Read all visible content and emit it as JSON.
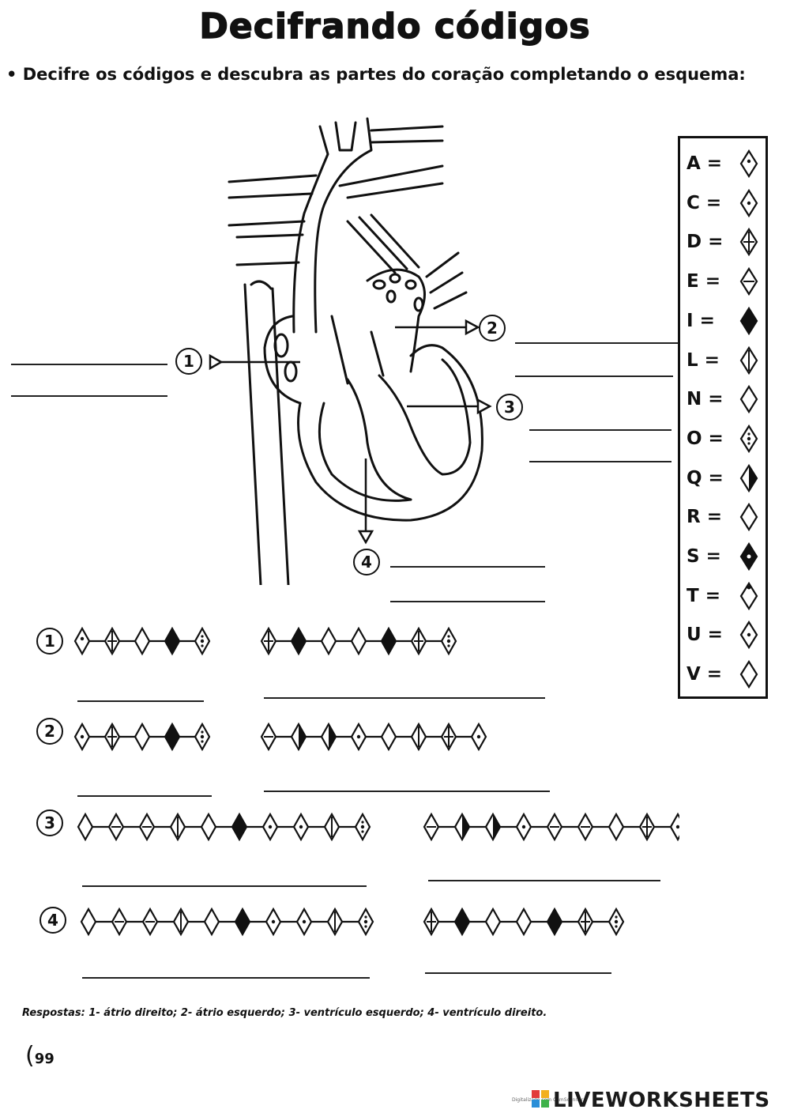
{
  "title": "Decifrando códigos",
  "instruction": "• Decifre os códigos e descubra as partes do coração completando o esquema:",
  "diagram_labels": [
    "1",
    "2",
    "3",
    "4"
  ],
  "legend": [
    {
      "letter": "A =",
      "mark": "dot-up"
    },
    {
      "letter": "C =",
      "mark": "dot"
    },
    {
      "letter": "D =",
      "mark": "split"
    },
    {
      "letter": "E =",
      "mark": "hline"
    },
    {
      "letter": "I =",
      "mark": "filled"
    },
    {
      "letter": "L =",
      "mark": "vline"
    },
    {
      "letter": "N =",
      "mark": "empty-small"
    },
    {
      "letter": "O =",
      "mark": "dotted"
    },
    {
      "letter": "Q =",
      "mark": "half"
    },
    {
      "letter": "R =",
      "mark": "empty"
    },
    {
      "letter": "S =",
      "mark": "filled-dot"
    },
    {
      "letter": "T =",
      "mark": "top-dot"
    },
    {
      "letter": "U =",
      "mark": "dot"
    },
    {
      "letter": "V =",
      "mark": "empty"
    }
  ],
  "codes": [
    {
      "number": "1",
      "word1": [
        "dot-up",
        "split",
        "empty",
        "filled",
        "dotted"
      ],
      "word2": [
        "split",
        "filled",
        "empty",
        "empty",
        "filled",
        "split",
        "dotted"
      ]
    },
    {
      "number": "2",
      "word1": [
        "dot",
        "split",
        "empty",
        "filled",
        "dotted"
      ],
      "word2": [
        "hline",
        "half",
        "half",
        "dot",
        "empty",
        "vline",
        "split",
        "dot"
      ]
    },
    {
      "number": "3",
      "word1": [
        "empty",
        "hline",
        "hline",
        "vline",
        "empty",
        "filled",
        "dot",
        "dot",
        "vline",
        "dotted"
      ],
      "word2": [
        "hline",
        "half",
        "half",
        "dot",
        "hline",
        "hline",
        "empty",
        "split",
        "dot"
      ]
    },
    {
      "number": "4",
      "word1": [
        "empty",
        "hline",
        "hline",
        "vline",
        "empty",
        "filled",
        "dot",
        "dot",
        "vline",
        "dotted"
      ],
      "word2": [
        "split",
        "filled",
        "empty",
        "empty",
        "filled",
        "split",
        "dotted"
      ]
    }
  ],
  "answers": "Respostas: 1- átrio direito; 2- átrio esquerdo; 3- ventrículo esquerdo; 4- ventrículo direito.",
  "page_number": "99",
  "brand": "LIVEWORKSHEETS",
  "brand_note": "Digitalizado com CamScanner"
}
